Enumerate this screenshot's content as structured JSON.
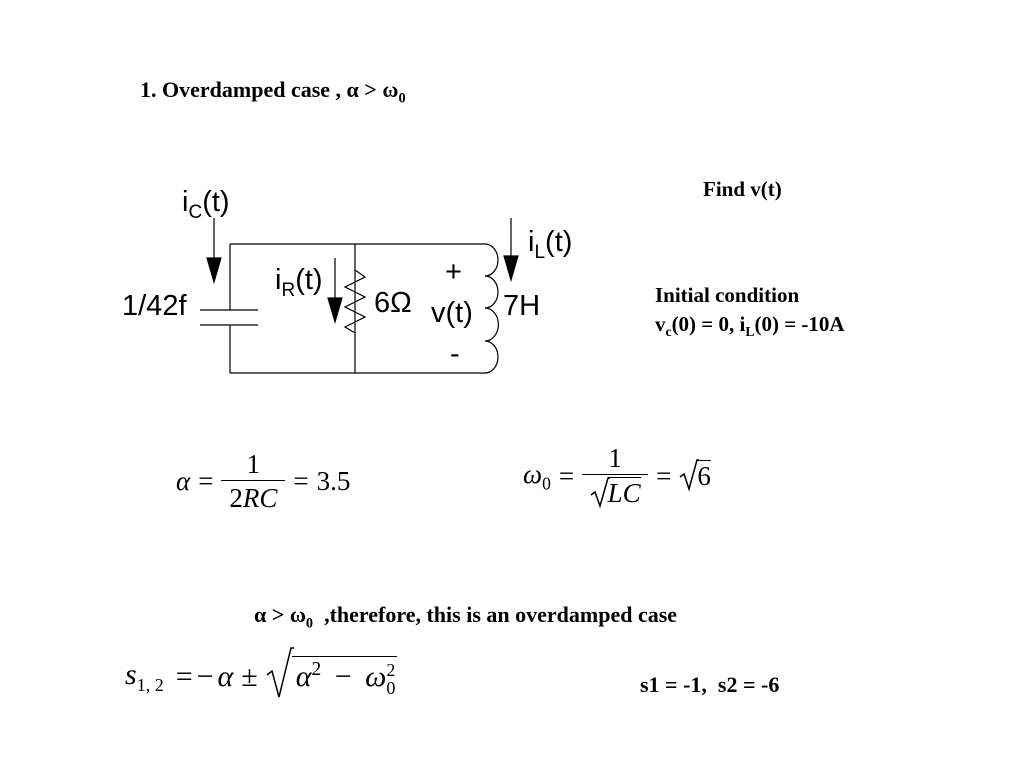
{
  "title": {
    "prefix": "1. Overdamped case , α > ω",
    "sub": "0"
  },
  "find": {
    "label": "Find v(t)"
  },
  "circuit": {
    "ic_label": "i",
    "ic_sub": "C",
    "ic_suffix": "(t)",
    "ir_label": "i",
    "ir_sub": "R",
    "ir_suffix": "(t)",
    "il_label": "i",
    "il_sub": "L",
    "il_suffix": "(t)",
    "capacitor": "1/42f",
    "resistor": "6Ω",
    "inductor": "7H",
    "plus": "+",
    "voltage": "v(t)",
    "minus": "-"
  },
  "initial": {
    "heading": "Initial condition",
    "v": "v",
    "v_sub": "c",
    "v_rest": "(0) = 0, i",
    "i_sub": "L",
    "i_rest": "(0) = -10A"
  },
  "eq_alpha": {
    "lhs": "α",
    "eq1": "=",
    "num": "1",
    "den_num": "2",
    "den_var": "RC",
    "eq2": "=",
    "result": "3.5"
  },
  "eq_omega": {
    "lhs": "ω",
    "lhs_sub": "0",
    "eq1": "=",
    "num": "1",
    "den": "LC",
    "eq2": "=",
    "result": "6"
  },
  "statement": {
    "prefix": "α > ω",
    "sub": "0",
    "suffix": "  ,therefore, this is an overdamped case"
  },
  "eq_s": {
    "lhs": "s",
    "lhs_sub": "1, 2",
    "eq": "=",
    "neg": "−",
    "alpha": "α",
    "pm": "±",
    "a": "α",
    "a_sup": "2",
    "minus": "−",
    "w": "ω",
    "w_sup": "2",
    "w_sub": "0"
  },
  "roots": {
    "label": "s1 = -1,  s2 = -6"
  }
}
